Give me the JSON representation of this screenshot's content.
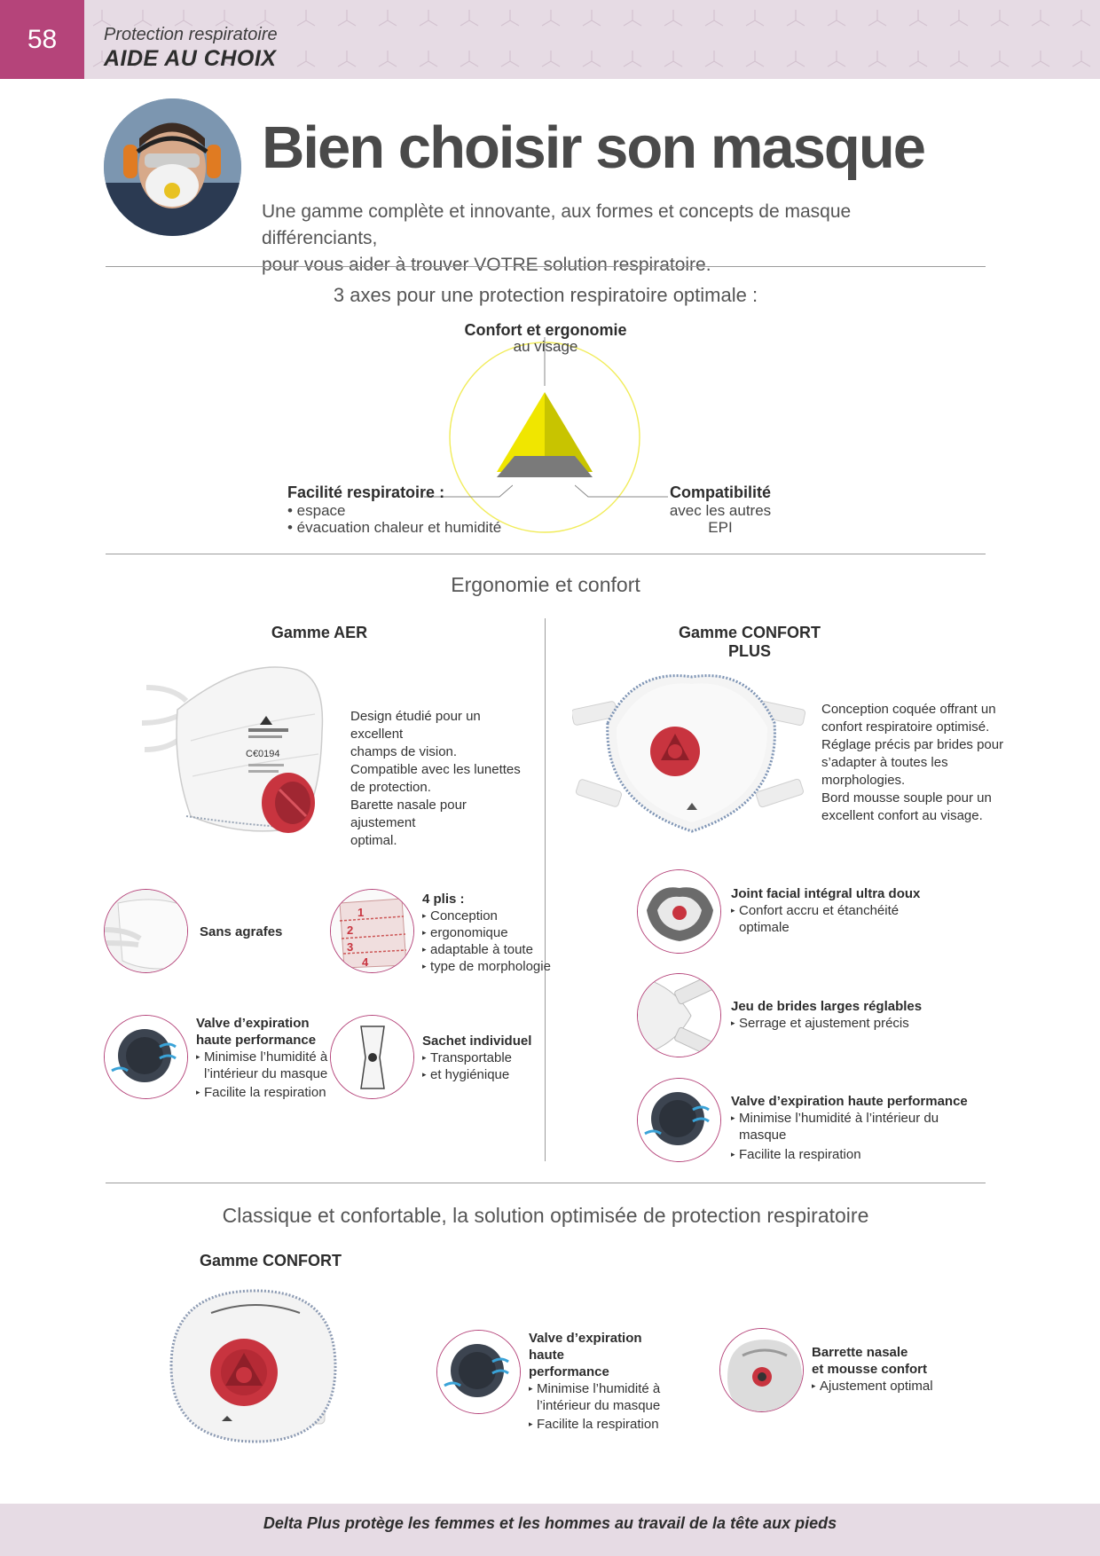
{
  "header": {
    "page_number": "58",
    "section_label": "Protection respiratoire",
    "section_title": "AIDE AU CHOIX"
  },
  "intro": {
    "title": "Bien choisir son masque",
    "text_line1": "Une gamme complète et innovante, aux formes et concepts de masque différenciants,",
    "text_line2": "pour vous aider à trouver VOTRE solution respiratoire."
  },
  "axes": {
    "title": "3 axes pour une protection respiratoire optimale :",
    "top_head": "Confort et ergonomie",
    "top_sub": "au visage",
    "left_head": "Facilité respiratoire :",
    "left_items": [
      "• espace",
      "• évacuation chaleur et humidité"
    ],
    "right_head": "Compatibilité",
    "right_sub": "avec les autres EPI",
    "colors": {
      "circle": "#f1ec5a",
      "yellow": "#f0e600",
      "olive": "#c8c400",
      "gray": "#7a7a7a"
    }
  },
  "ergonomie": {
    "title": "Ergonomie et confort",
    "aer": {
      "title": "Gamme AER",
      "desc": [
        "Design étudié pour un excellent",
        "champs de vision.",
        "Compatible avec les lunettes",
        "de protection.",
        "Barette nasale pour ajustement",
        "optimal."
      ],
      "mask_print": "C€0194",
      "features": [
        {
          "title": "Sans agrafes",
          "items": []
        },
        {
          "title": "4 plis :",
          "items": [
            "Conception",
            "ergonomique",
            "adaptable à toute",
            "type de morphologie"
          ]
        },
        {
          "title_l1": "Valve d’expiration",
          "title_l2": "haute performance",
          "items": [
            "Minimise l’humidité à",
            "l’intérieur du masque",
            "Facilite la respiration"
          ]
        },
        {
          "title": "Sachet individuel",
          "items": [
            "Transportable",
            "et hygiénique"
          ]
        }
      ],
      "fold_numbers": [
        "1",
        "2",
        "3",
        "4"
      ]
    },
    "confort_plus": {
      "title": "Gamme CONFORT PLUS",
      "desc": [
        "Conception coquée offrant un",
        "confort respiratoire optimisé.",
        "Réglage précis par brides pour",
        "s’adapter à toutes les morphologies.",
        "Bord mousse souple pour un",
        "excellent confort au visage."
      ],
      "features": [
        {
          "title": "Joint facial intégral ultra doux",
          "items": [
            "Confort accru et étanchéité",
            "optimale"
          ]
        },
        {
          "title": "Jeu de brides larges réglables",
          "items": [
            "Serrage et ajustement précis"
          ]
        },
        {
          "title": "Valve d’expiration haute performance",
          "items": [
            "Minimise l’humidité à l’intérieur du masque",
            "Facilite la respiration"
          ]
        }
      ]
    }
  },
  "classique": {
    "title": "Classique et confortable, la solution optimisée  de protection respiratoire",
    "range_title": "Gamme CONFORT",
    "features": [
      {
        "title_l1": "Valve d’expiration haute",
        "title_l2": "performance",
        "items": [
          "Minimise l’humidité à",
          "l’intérieur du masque",
          "Facilite la respiration"
        ]
      },
      {
        "title_l1": "Barrette nasale",
        "title_l2": "et mousse confort",
        "items": [
          "Ajustement optimal"
        ]
      }
    ]
  },
  "footer": {
    "text": "Delta Plus protège les femmes et les hommes au travail de la tête aux pieds"
  },
  "colors": {
    "accent": "#b5447a",
    "band": "#e6dbe4",
    "valve_red": "#c8343f"
  }
}
